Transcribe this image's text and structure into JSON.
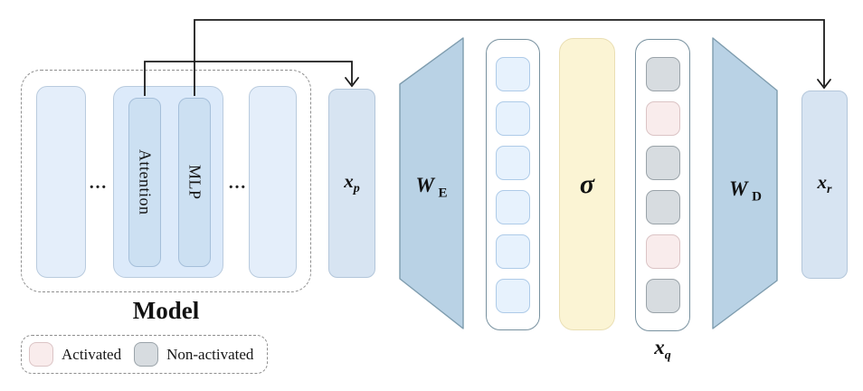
{
  "diagram": {
    "model": {
      "label": "Model",
      "attention_label": "Attention",
      "mlp_label": "MLP",
      "ellipsis_left": "…",
      "ellipsis_right": "…"
    },
    "vectors": {
      "xp": {
        "base": "x",
        "sub": "p"
      },
      "xq": {
        "base": "x",
        "sub": "q"
      },
      "xr": {
        "base": "x",
        "sub": "r"
      }
    },
    "weights": {
      "encoder": {
        "base": "W",
        "sub": "E"
      },
      "decoder": {
        "base": "W",
        "sub": "D"
      }
    },
    "activation": {
      "symbol": "σ"
    },
    "hidden_column": {
      "cells": [
        "feature",
        "feature",
        "feature",
        "feature",
        "feature",
        "feature"
      ]
    },
    "xq_column": {
      "cells": [
        "non-activated",
        "activated",
        "non-activated",
        "non-activated",
        "activated",
        "non-activated"
      ]
    },
    "legend": {
      "items": [
        {
          "label": "Activated",
          "type": "activated"
        },
        {
          "label": "Non-activated",
          "type": "non-activated"
        }
      ]
    },
    "colors": {
      "activated_fill": "#f9ecec",
      "activated_border": "#dbc4c5",
      "non_activated_fill": "#d7dce0",
      "non_activated_border": "#9aa3a9",
      "feature_fill": "#e7f2fd",
      "feature_border": "#aecbe8",
      "weight_fill": "#b9d2e5",
      "weight_border": "#7e9cae",
      "sigma_fill": "#fbf4d4",
      "arrow": "#1b1b1b"
    }
  }
}
